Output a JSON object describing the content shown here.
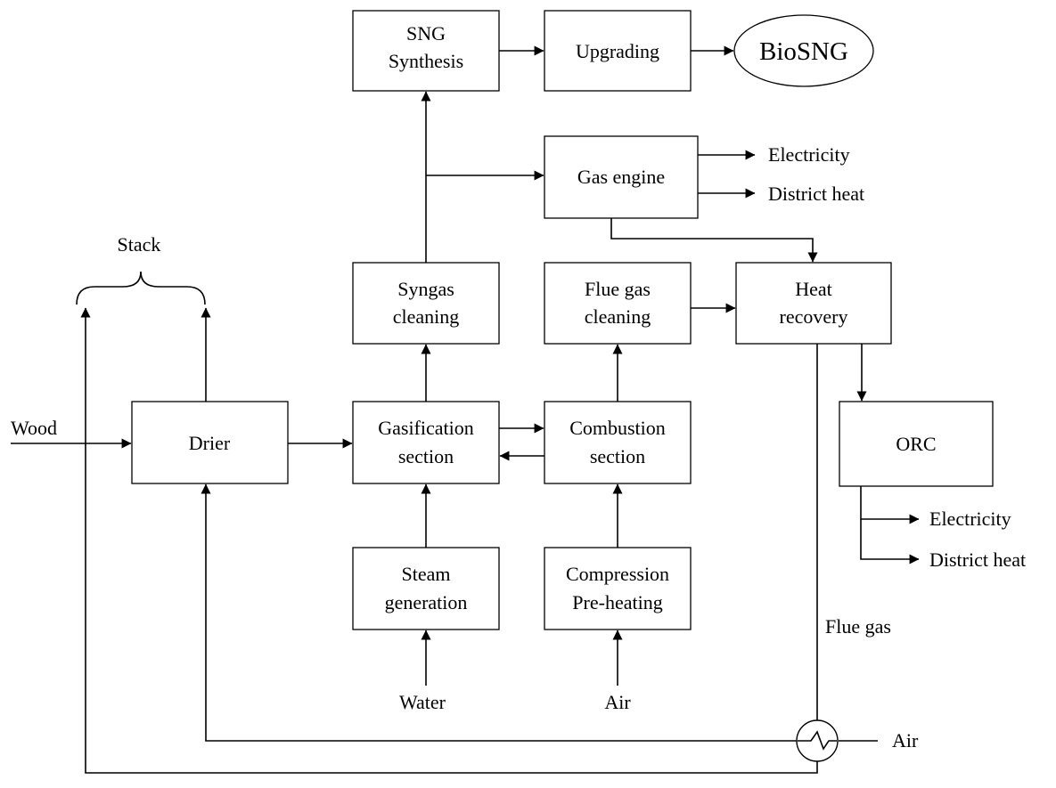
{
  "boxes": {
    "sng_synthesis": [
      "SNG",
      "Synthesis"
    ],
    "upgrading": "Upgrading",
    "biosng": "BioSNG",
    "gas_engine": "Gas engine",
    "syngas_cleaning": [
      "Syngas",
      "cleaning"
    ],
    "flue_gas_cleaning": [
      "Flue gas",
      "cleaning"
    ],
    "heat_recovery": [
      "Heat",
      "recovery"
    ],
    "drier": "Drier",
    "gasification_section": [
      "Gasification",
      "section"
    ],
    "combustion_section": [
      "Combustion",
      "section"
    ],
    "orc": "ORC",
    "steam_generation": [
      "Steam",
      "generation"
    ],
    "compression_preheating": [
      "Compression",
      "Pre-heating"
    ]
  },
  "labels": {
    "wood": "Wood",
    "stack": "Stack",
    "water": "Water",
    "air_compression": "Air",
    "air_exchanger": "Air",
    "flue_gas": "Flue gas",
    "engine_electricity": "Electricity",
    "engine_district_heat": "District heat",
    "orc_electricity": "Electricity",
    "orc_district_heat": "District heat"
  }
}
